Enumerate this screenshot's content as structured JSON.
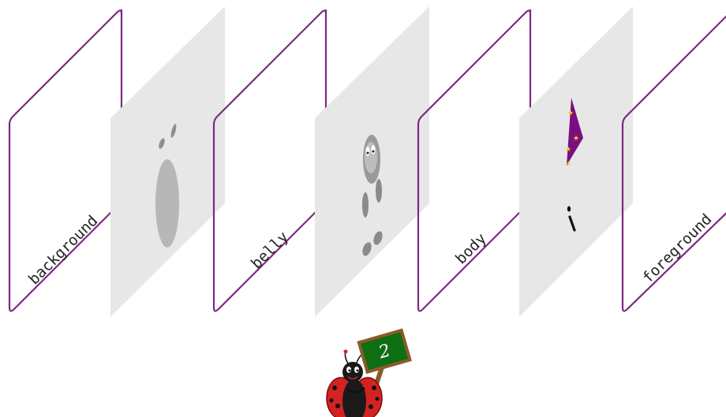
{
  "diagram": {
    "layers": [
      {
        "id": "background",
        "label": "background"
      },
      {
        "id": "belly",
        "label": "belly"
      },
      {
        "id": "body",
        "label": "body"
      },
      {
        "id": "foreground",
        "label": "foreground"
      }
    ],
    "frame_color": "#7b2a7e",
    "pane_color": "#e7e7e7",
    "sign": {
      "number": "2",
      "board_color": "#0d6e12",
      "frame_color": "#8b5a2b"
    }
  }
}
